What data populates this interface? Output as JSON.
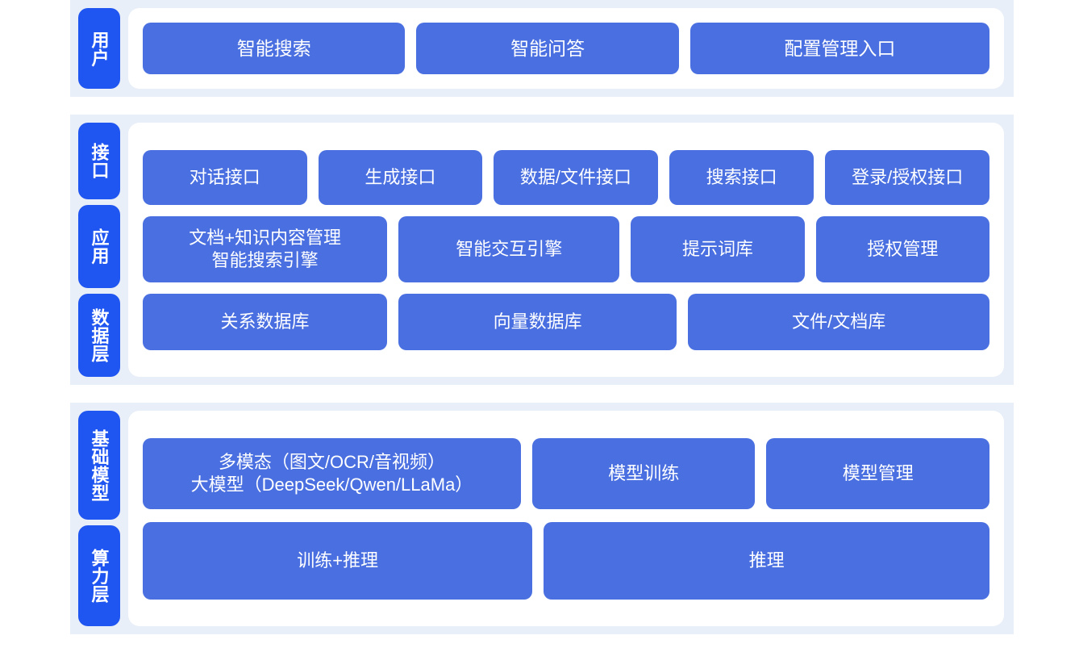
{
  "colors": {
    "band_background": "#e9eff8",
    "panel_background": "#ffffff",
    "label_chip": "#1f55f0",
    "box_fill": "#4a6fe0",
    "box_text": "#ffffff",
    "page_background": "#ffffff"
  },
  "sections": {
    "user": {
      "label": "用户",
      "boxes": [
        {
          "label": "智能搜索"
        },
        {
          "label": "智能问答"
        },
        {
          "label": "配置管理入口"
        }
      ]
    },
    "middle": {
      "labels": {
        "interface": "接口",
        "application": "应用",
        "data": "数据层"
      },
      "interface_boxes": [
        {
          "label": "对话接口"
        },
        {
          "label": "生成接口"
        },
        {
          "label": "数据/文件接口"
        },
        {
          "label": "搜索接口"
        },
        {
          "label": "登录/授权接口"
        }
      ],
      "application_boxes": [
        {
          "label": "文档+知识内容管理\n智能搜索引擎"
        },
        {
          "label": "智能交互引擎"
        },
        {
          "label": "提示词库"
        },
        {
          "label": "授权管理"
        }
      ],
      "data_boxes": [
        {
          "label": "关系数据库"
        },
        {
          "label": "向量数据库"
        },
        {
          "label": "文件/文档库"
        }
      ]
    },
    "base": {
      "labels": {
        "foundation": "基础模型",
        "compute": "算力层"
      },
      "model_boxes": [
        {
          "label": "多模态（图文/OCR/音视频）\n大模型（DeepSeek/Qwen/LLaMa）"
        },
        {
          "label": "模型训练"
        },
        {
          "label": "模型管理"
        }
      ],
      "compute_boxes": [
        {
          "label": "训练+推理"
        },
        {
          "label": "推理"
        }
      ]
    }
  }
}
